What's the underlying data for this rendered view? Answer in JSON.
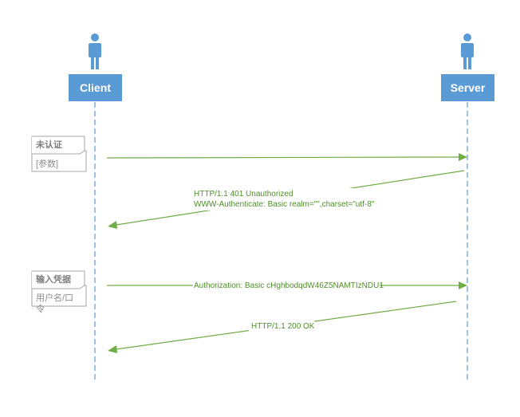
{
  "participants": {
    "client": {
      "label": "Client"
    },
    "server": {
      "label": "Server"
    }
  },
  "notes": {
    "unauth": {
      "title": "未认证",
      "body": "[参数]"
    },
    "credentials": {
      "title": "输入凭据",
      "body_line1": "用户名/口",
      "body_line2": "令"
    }
  },
  "messages": {
    "request1": {
      "label": ""
    },
    "response401": {
      "line1": "HTTP/1.1 401 Unauthorized",
      "line2": "WWW-Authenticate: Basic realm=\"\",charset=\"utf-8\""
    },
    "request2": {
      "label": "Authorization: Basic cHghbodqdW46Z5NAMTIzNDU1"
    },
    "response200": {
      "label": "HTTP/1.1 200 OK"
    }
  },
  "colors": {
    "participant": "#5b9bd5",
    "message": "#70ad47",
    "note_border": "#a6a6a6"
  },
  "icons": {
    "actor": "person-icon"
  }
}
